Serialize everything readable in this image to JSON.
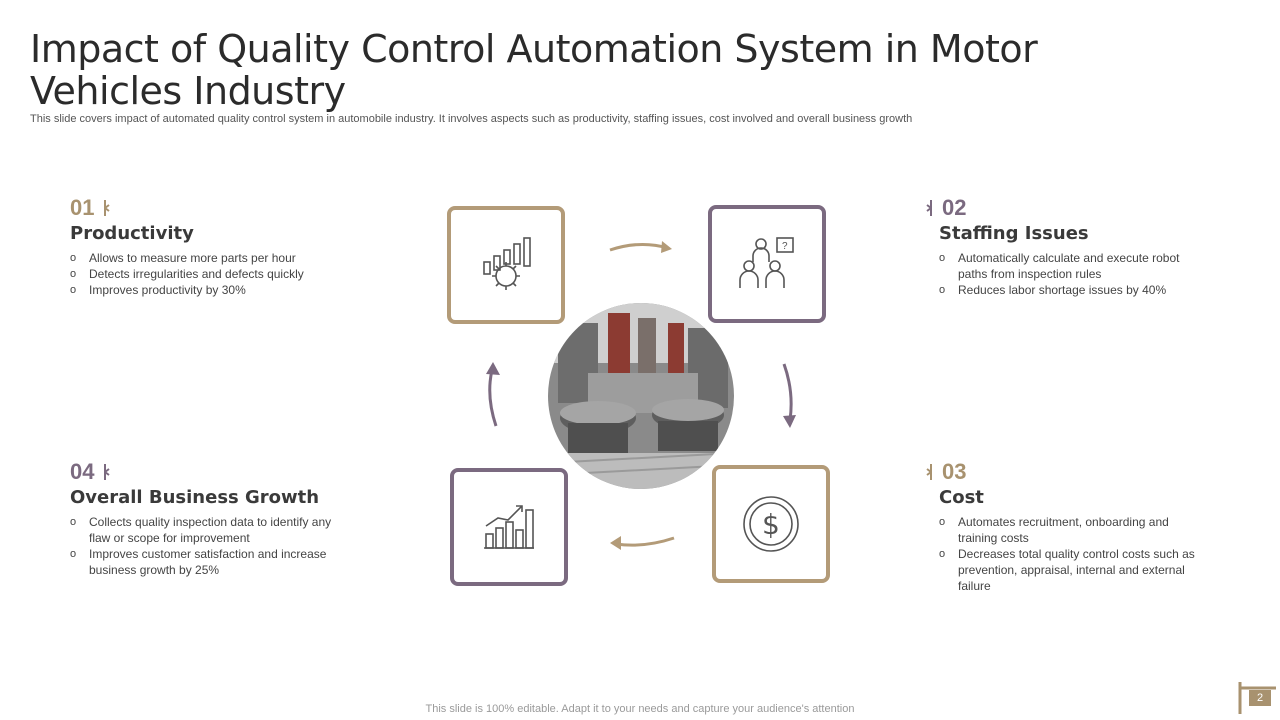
{
  "title": "Impact of Quality Control Automation System in Motor Vehicles Industry",
  "subtitle": "This slide covers impact of automated quality control system in automobile industry. It involves aspects such as productivity, staffing issues, cost involved and overall business growth",
  "blocks": [
    {
      "number": "01",
      "heading": "Productivity",
      "bullets": [
        "Allows to measure more parts per hour",
        "Detects irregularities and defects quickly",
        "Improves  productivity  by 30%"
      ],
      "icon": "productivity-gear-chart-icon"
    },
    {
      "number": "02",
      "heading": "Staffing Issues",
      "bullets": [
        "Automatically  calculate and execute robot paths from inspection rules",
        "Reduces labor shortage issues by 40%"
      ],
      "icon": "team-question-icon"
    },
    {
      "number": "03",
      "heading": "Cost",
      "bullets": [
        "Automates recruitment,  onboarding  and training costs",
        "Decreases total quality control costs such as prevention,  appraisal, internal and external failure"
      ],
      "icon": "dollar-coin-icon"
    },
    {
      "number": "04",
      "heading": "Overall Business Growth",
      "bullets": [
        "Collects quality inspection data to identify any flaw  or  scope for improvement",
        "Improves  customer  satisfaction and increase business growth  by 25%"
      ],
      "icon": "growth-chart-icon"
    }
  ],
  "footer": "This slide is 100% editable. Adapt it to your needs and capture your audience's attention",
  "page_number": "2",
  "colors": {
    "gold": "#b39b78",
    "purple": "#7b6a80",
    "text": "#3a3a3a"
  }
}
